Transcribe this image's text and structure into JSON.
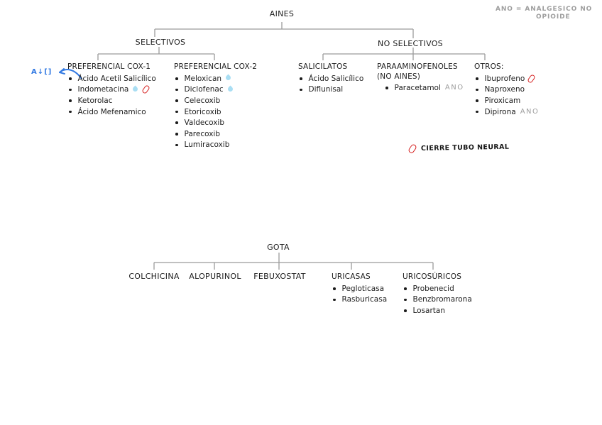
{
  "legend": {
    "line1": "ANO = ANALGESICO NO",
    "line2": "OPIOIDE"
  },
  "annotations": {
    "blue_note": "A↓[]",
    "neural_note": "CIERRE TUBO NEURAL"
  },
  "aines": {
    "root": "AINES",
    "selectivos": {
      "label": "SELECTIVOS"
    },
    "no_selectivos": {
      "label": "NO SELECTIVOS"
    },
    "cox1": {
      "title": "PREFERENCIAL COX-1",
      "items": [
        {
          "text": "Ácido Acetil Salicílico"
        },
        {
          "text": "Indometacina",
          "icons": [
            "water-drop",
            "red-capsule"
          ]
        },
        {
          "text": "Ketorolac"
        },
        {
          "text": "Ácido Mefenamico"
        }
      ]
    },
    "cox2": {
      "title": "PREFERENCIAL COX-2",
      "items": [
        {
          "text": "Meloxican",
          "icons": [
            "water-drop"
          ]
        },
        {
          "text": "Diclofenac",
          "icons": [
            "water-drop"
          ]
        },
        {
          "text": "Celecoxib"
        },
        {
          "text": "Etoricoxib"
        },
        {
          "text": "Valdecoxib"
        },
        {
          "text": "Parecoxib"
        },
        {
          "text": "Lumiracoxib"
        }
      ]
    },
    "salicilatos": {
      "title": "SALICILATOS",
      "items": [
        {
          "text": "Ácido Salicílico"
        },
        {
          "text": "Diflunisal"
        }
      ]
    },
    "paraaminofenoles": {
      "title": "PARAAMINOFENOLES",
      "subtitle": "(NO AINES)",
      "items": [
        {
          "text": "Paracetamol",
          "tag": "ANO"
        }
      ]
    },
    "otros": {
      "title": "OTROS:",
      "items": [
        {
          "text": "Ibuprofeno",
          "icons": [
            "red-capsule"
          ]
        },
        {
          "text": "Naproxeno"
        },
        {
          "text": "Piroxicam"
        },
        {
          "text": "Dipirona",
          "tag": "ANO"
        }
      ]
    }
  },
  "gota": {
    "root": "GOTA",
    "leaves": [
      "COLCHICINA",
      "ALOPURINOL",
      "FEBUXOSTAT"
    ],
    "uricasas": {
      "title": "URICASAS",
      "items": [
        {
          "text": "Pegloticasa"
        },
        {
          "text": "Rasburicasa"
        }
      ]
    },
    "uricosuricos": {
      "title": "URICOSÚRICOS",
      "items": [
        {
          "text": "Probenecid"
        },
        {
          "text": "Benzbromarona"
        },
        {
          "text": "Losartan"
        }
      ]
    }
  },
  "colors": {
    "tree_line": "#9b9b9b",
    "text": "#1c1c1c",
    "muted_gray": "#9e9e9e",
    "annotation_blue": "#3279e2",
    "drop_blue": "#a9def3",
    "capsule_red": "#d62222"
  }
}
